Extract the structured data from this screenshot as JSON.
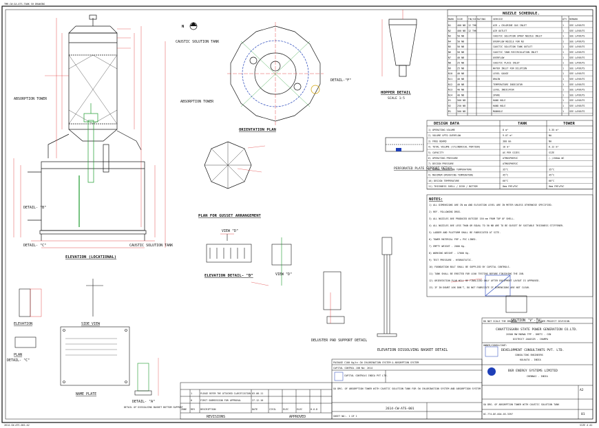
{
  "labels": {
    "absorption_tower": "ABSORPTION TOWER",
    "caustic_solution_tank": "CAUSTIC SOLUTION TANK",
    "elevation_locational": "ELEVATION (LOCATIONAL)",
    "detail_b": "DETAIL- \"B\"",
    "detail_c": "DETAIL- \"C\"",
    "orientation_plan": "ORIENTATION PLAN",
    "plan_for_gusset": "PLAN FOR GUSSET ARRANGEMENT",
    "view_d": "VIEW \"D\"",
    "elevation_detail_d": "ELEVATION DETAIL- \"D\"",
    "hopper_detail": "HOPPER DETAIL",
    "scale_1_5": "SCALE 1:5",
    "perforated_plate": "PERFORATED PLATE SUPPORT DETAIL",
    "elevation": "ELEVATION",
    "side_view": "SIDE VIEW",
    "plan": "PLAN",
    "name_plate": "NAME PLATE",
    "detail_a": "DETAIL- \"A\"",
    "dissolving_basket_bottom": "DETAIL OF DISSOLVING BASKET BOTTOM SUPPORT",
    "deluster_pad": "DELUSTER PAD SUPPORT DETAIL",
    "elevation_dissolving_basket": "ELEVATION DISSOLVING BASKET DETAIL",
    "section_vv": "SECTION 'V'-'V'",
    "north": "N",
    "detail_f": "DETAIL-\"F\"",
    "view_d2": "VIEW \"D\""
  },
  "nozzle_schedule": {
    "title": "NOZZLE SCHEDULE.",
    "headers": [
      "MARK",
      "SIZE",
      "THK/SCH",
      "RATING",
      "SERVICE",
      "QTY",
      "REMARK"
    ],
    "rows": [
      [
        "N1",
        "400 NB",
        "12 THK",
        "",
        "AIR + CHLORINE GAS INLET",
        "1",
        "SEE LAYOUTS"
      ],
      [
        "N2",
        "400 NB",
        "12 THK",
        "",
        "AIR OUTLET",
        "1",
        "SEE LAYOUTS"
      ],
      [
        "N3",
        "50 NB",
        "",
        "",
        "CAUSTIC SOLUTION SPRAY NOZZLE INLET",
        "1",
        "SEE LAYOUTS"
      ],
      [
        "N4",
        "50 NB",
        "",
        "",
        "OVERFLOW NOZZLE FOR N3",
        "1",
        "SEE LAYOUTS"
      ],
      [
        "N5",
        "50 NB",
        "",
        "",
        "CAUSTIC SOLUTION TANK OUTLET",
        "1",
        "SEE LAYOUTS"
      ],
      [
        "N6",
        "50 NB",
        "",
        "",
        "CAUSTIC TANK RECIRCULATION INLET",
        "1",
        "SEE LAYOUTS"
      ],
      [
        "N7",
        "40 NB",
        "",
        "",
        "OVERFLOW",
        "1",
        "SEE LAYOUTS"
      ],
      [
        "N8",
        "25 NB",
        "",
        "",
        "CAUSTIC PLACE INLET",
        "1",
        "SEE LAYOUTS"
      ],
      [
        "N9",
        "25 NB",
        "",
        "",
        "WATER INLET FOR DILUTION",
        "1",
        "SEE LAYOUTS"
      ],
      [
        "N10",
        "40 NB",
        "",
        "",
        "LEVEL GAUGE",
        "1",
        "SEE LAYOUTS"
      ],
      [
        "N11",
        "40 NB",
        "",
        "",
        "DRAIN",
        "1",
        "SEE LAYOUTS"
      ],
      [
        "N12",
        "40 NB",
        "",
        "",
        "TEMPERATURE INDICATOR",
        "1",
        "SEE LAYOUTS"
      ],
      [
        "N13",
        "40 NB",
        "",
        "",
        "LEVEL INDICATOR",
        "1",
        "SEE LAYOUTS"
      ],
      [
        "N14",
        "40 NB",
        "",
        "",
        "SPARE",
        "1",
        "SEE LAYOUTS"
      ],
      [
        "H1",
        "500 NB",
        "",
        "",
        "HAND HOLE",
        "1",
        "SEE LAYOUTS"
      ],
      [
        "H2",
        "250 NB",
        "",
        "",
        "HAND HOLE",
        "1",
        "SEE LAYOUTS"
      ],
      [
        "M1",
        "500 NB",
        "",
        "",
        "MANHOLE",
        "1",
        "SEE LAYOUTS"
      ]
    ]
  },
  "design_data": {
    "title": "DESIGN DATA",
    "col_tank": "TANK",
    "col_tower": "TOWER",
    "rows": [
      [
        "1) OPERATING VOLUME",
        "8 m³",
        "3.35 m³"
      ],
      [
        "2) VOLUME UPTO OVERFLOW",
        "9.07 m³",
        "NA"
      ],
      [
        "3) FREE BOARD",
        "300 mm",
        "NA"
      ],
      [
        "4) TOTAL VOLUME (CYLINDRICAL PORTION)",
        "10 m³",
        "6.12 m³"
      ],
      [
        "5) CAPACITY",
        "AS PER SIZES",
        "SIZE"
      ],
      [
        "6) OPERATING PRESSURE",
        "ATMOSPHERIC",
        "(-)150mm WC"
      ],
      [
        "7) DESIGN PRESSURE",
        "ATMOSPHERIC",
        ""
      ],
      [
        "8) NORMAL OPERATING TEMPERATURE",
        "35°C",
        "35°C"
      ],
      [
        "9) MAXIMUM OPERATING TEMPERATURE",
        "45°C",
        "45°C"
      ],
      [
        "10) DESIGN TEMPERATURE",
        "60°C",
        "60°C"
      ],
      [
        "11) THICKNESS SHELL / DISH / BOTTOM",
        "8mm FRP+PVC",
        "8mm FRP+PVC"
      ]
    ]
  },
  "notes": {
    "title": "NOTES:",
    "items": [
      "1) ALL DIMENSIONS ARE IN mm AND ELEVATION LEVEL ARE IN METER UNLESS OTHERWISE SPECIFIED.",
      "2) REF. FOLLOWING DRGS.",
      "3) ALL NOZZLES ARE PRODUCED OUTSIDE 150 mm FROM TOP OF SHELL.",
      "4) ALL NOZZLES ARE LESS THAN OR EQUAL TO 50 NB ARE TO BE GUSSET BY SUITABLE THICKNESS STIFFENER.",
      "5) LADDER AND PLATFORM SHALL BE FABRICATED AT SITE.",
      "6) TOWER MATERIAL FRP + PVC LINED.",
      "7) EMPTY WEIGHT - 2000 Kg.",
      "8) WORKING WEIGHT - 17000 Kg.",
      "9) TEST PRESSURE - HYDROSTATIC.",
      "10) FOUNDATION BOLT SHALL BE SUPPLIED BY CAPITAL CONTROLS.",
      "11) TANK SHALL BE ERECTED FOR LEAK TESTING BEFORE FINISHING THE JOB.",
      "12) ORIENTATION PLAN WILL BE FINALIZED ONLY AFTER EQUIPMENT LAYOUT IS APPROVED.",
      "13) IF IN DOUBT ASK DON'T, DO NOT FABRICATE IF DIMENSIONS ARE NOT CLEAR."
    ]
  },
  "title_block": {
    "client_title": "CHHATTISGARH STATE POWER GENERATION CO.LTD.",
    "client_sub": "2X500 MW MARWA TPP - DHETI - CGN",
    "client_place": "DISTRICT JANJGIR - CHAMPA",
    "owner_label": "OWNER/CONSULTANT:",
    "consultant": "DEVELOPMENT CONSULTANTS PVT. LTD.",
    "consultant_sub": "CONSULTING ENGINEERS",
    "consultant_city": "KOLKATA - INDIA",
    "contractor": "BGR ENERGY SYSTEMS LIMITED",
    "contractor_city": "CHENNAI - INDIA",
    "do_not_scale": "DO NOT SCALE THE DRAWING",
    "power_project": "POWER PROJECT DIVISION",
    "package": "PACKAGE",
    "package_title": "C100 Kg/hr CW CHLORINATION SYSTEM & ABSORPTION SYSTEM",
    "capital_control": "CAPITAL CONTROL JOB No: 2614",
    "vendor": "CAPITAL CONTROLS INDIA PVT LTD.",
    "drawing_title": "GA DRG. OF ABSORPTION TOWER WITH CAUSTIC SOLUTION TANK FOR CW CHLORINATION SYSTEM AND ABSORPTION SYSTEM",
    "drawing_no": "2614-CW-ATS-001",
    "size": "A2",
    "rev": "01",
    "sheet": "SHEET NO:- 1 OF 1",
    "bottom_title": "GA DRG. OF ABSORPTION TOWER WITH CAUSTIC SOLUTION TANK",
    "bottom_no": "DC-774-DE-004-03-3397"
  },
  "revisions": {
    "headers": [
      "ZONE",
      "REV",
      "DESCRIPTION",
      "DATE",
      "CIVIL",
      "ELEC",
      "ELEC",
      "H.O.D"
    ],
    "rows": [
      [
        "",
        "1",
        "PLEASE REFER THE ATTACHED CLARIFICATION",
        "03.08.11"
      ],
      [
        "",
        "0",
        "FIRST SUBMISSION FOR APPROVAL",
        "27.12.10"
      ]
    ],
    "revisions_label": "REVISIONS",
    "approved_label": "APPROVED"
  },
  "top_strip": "TMR-CW-GA-ATS-TANK SH DRAWING",
  "bottom_strip": "2614-CW-ATS-001-A2",
  "bottom_right": "SIZE A A2"
}
